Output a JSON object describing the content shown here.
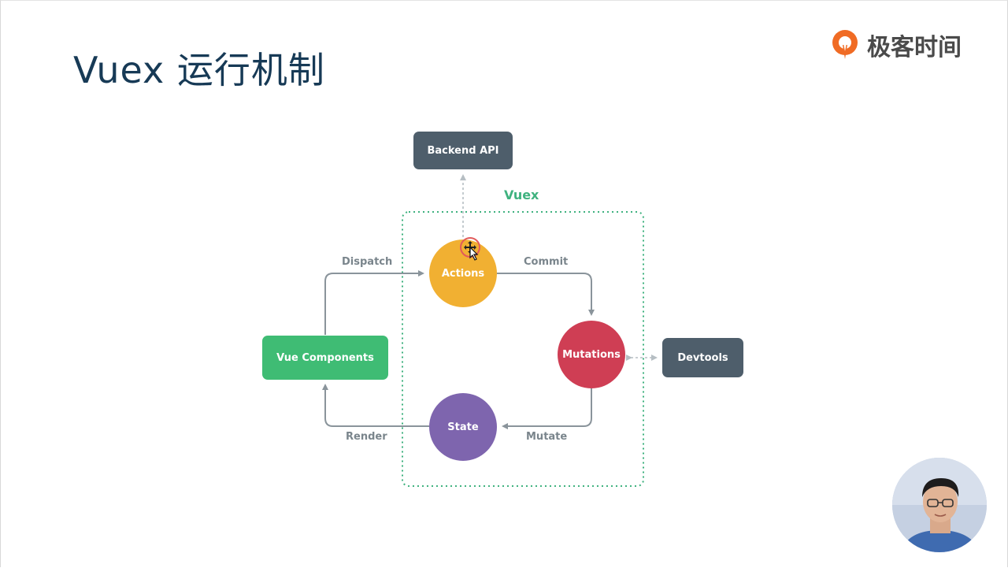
{
  "slide": {
    "title": "Vuex 运行机制"
  },
  "logo": {
    "text": "极客时间",
    "icon": "geektime-logo-icon",
    "color": "#f06b24"
  },
  "diagram": {
    "vuex_label": "Vuex",
    "nodes": {
      "backend_api": "Backend API",
      "vue_components": "Vue Components",
      "actions": "Actions",
      "mutations": "Mutations",
      "state": "State",
      "devtools": "Devtools"
    },
    "edges": {
      "dispatch": "Dispatch",
      "commit": "Commit",
      "mutate": "Mutate",
      "render": "Render"
    },
    "colors": {
      "backend": "#4e5e6b",
      "components": "#3fbc74",
      "actions": "#f1b032",
      "mutations": "#cf3e54",
      "state": "#7e65ae",
      "devtools": "#4e5e6b",
      "vuex_border": "#3fb27f",
      "arrow": "#8a949b"
    }
  },
  "overlay": {
    "cursor_icon": "move-cursor-icon",
    "webcam": "presenter-webcam"
  }
}
